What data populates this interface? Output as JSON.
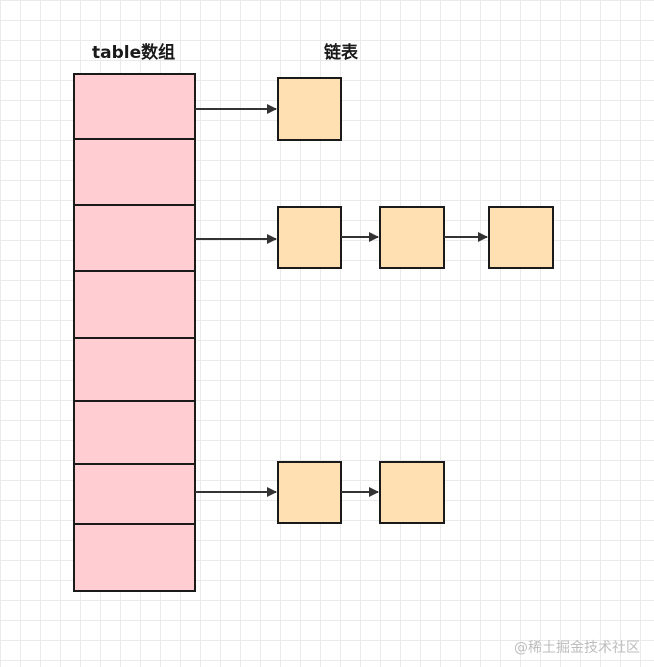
{
  "diagram": {
    "table_label": "table数组",
    "list_label": "链表",
    "table_slot_count": 8,
    "colors": {
      "table_fill": "#ffcdd2",
      "node_fill": "#ffe0b2",
      "stroke": "#1a1a1a",
      "arrow": "#333333"
    },
    "watermark": "@稀土掘金技术社区"
  }
}
